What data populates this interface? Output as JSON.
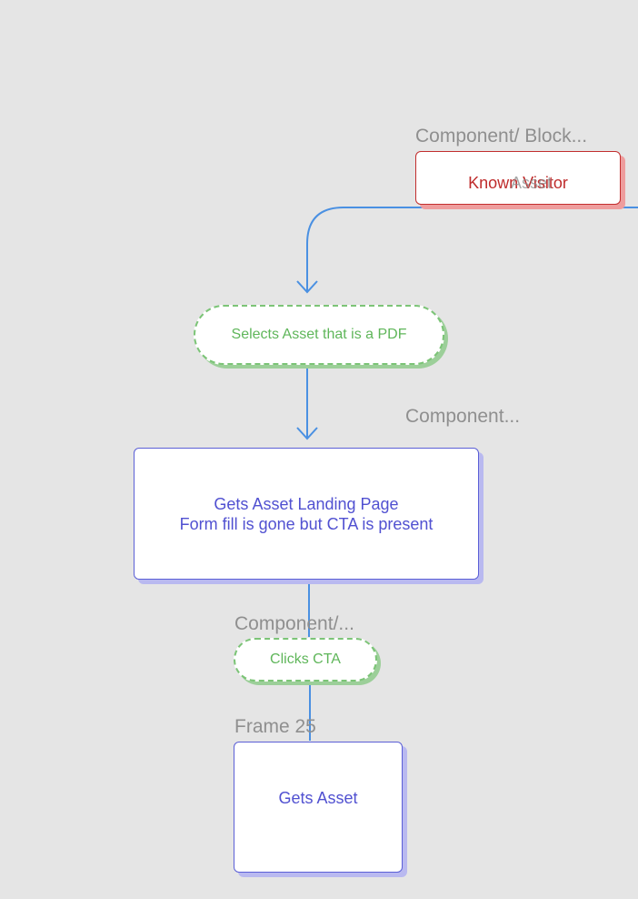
{
  "frame_labels": {
    "known_visitor_frame": "Component/ Block...",
    "landing_page_frame": "Component...",
    "clicks_cta_frame": "Component/...",
    "gets_asset_frame": "Frame 25"
  },
  "nodes": {
    "known_visitor": "Known Visitor",
    "known_visitor_overlap": "Asset",
    "selects_asset": "Selects Asset that is a PDF",
    "landing_page_line1": "Gets Asset Landing Page",
    "landing_page_line2": "Form fill is gone but CTA is present",
    "clicks_cta": "Clicks CTA",
    "gets_asset": "Gets Asset"
  },
  "colors": {
    "connector": "#4a90e2",
    "blue_node_text": "#5151d1",
    "green_node_text": "#5fb65a",
    "red_node_text": "#bf2b2b",
    "frame_label": "#8f8f8f",
    "canvas": "#e5e5e5"
  }
}
